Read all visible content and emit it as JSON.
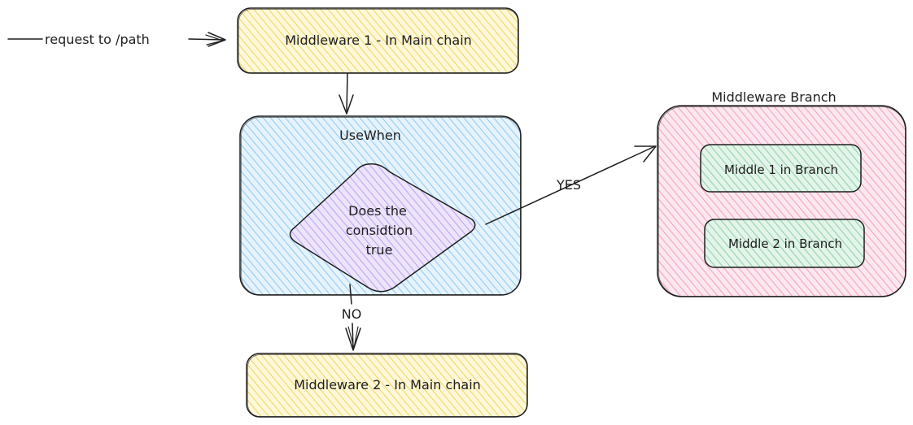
{
  "diagram": {
    "entry_label": "request to /path",
    "middleware1": "Middleware 1 - In Main chain",
    "usewhen": "UseWhen",
    "decision": {
      "line1": "Does the",
      "line2": "considtion",
      "line3": "true"
    },
    "yes_label": "YES",
    "no_label": "NO",
    "middleware2": "Middleware 2 - In Main chain",
    "branch_title": "Middleware Branch",
    "branch_item1": "Middle 1 in Branch",
    "branch_item2": "Middle 2 in Branch"
  },
  "colors": {
    "stroke": "#1e1e1e",
    "yellow": "#ffec99",
    "blue": "#a5d8ff",
    "pink": "#fcc2d7",
    "purple": "#d0bfff",
    "green": "#b2f2bb"
  }
}
